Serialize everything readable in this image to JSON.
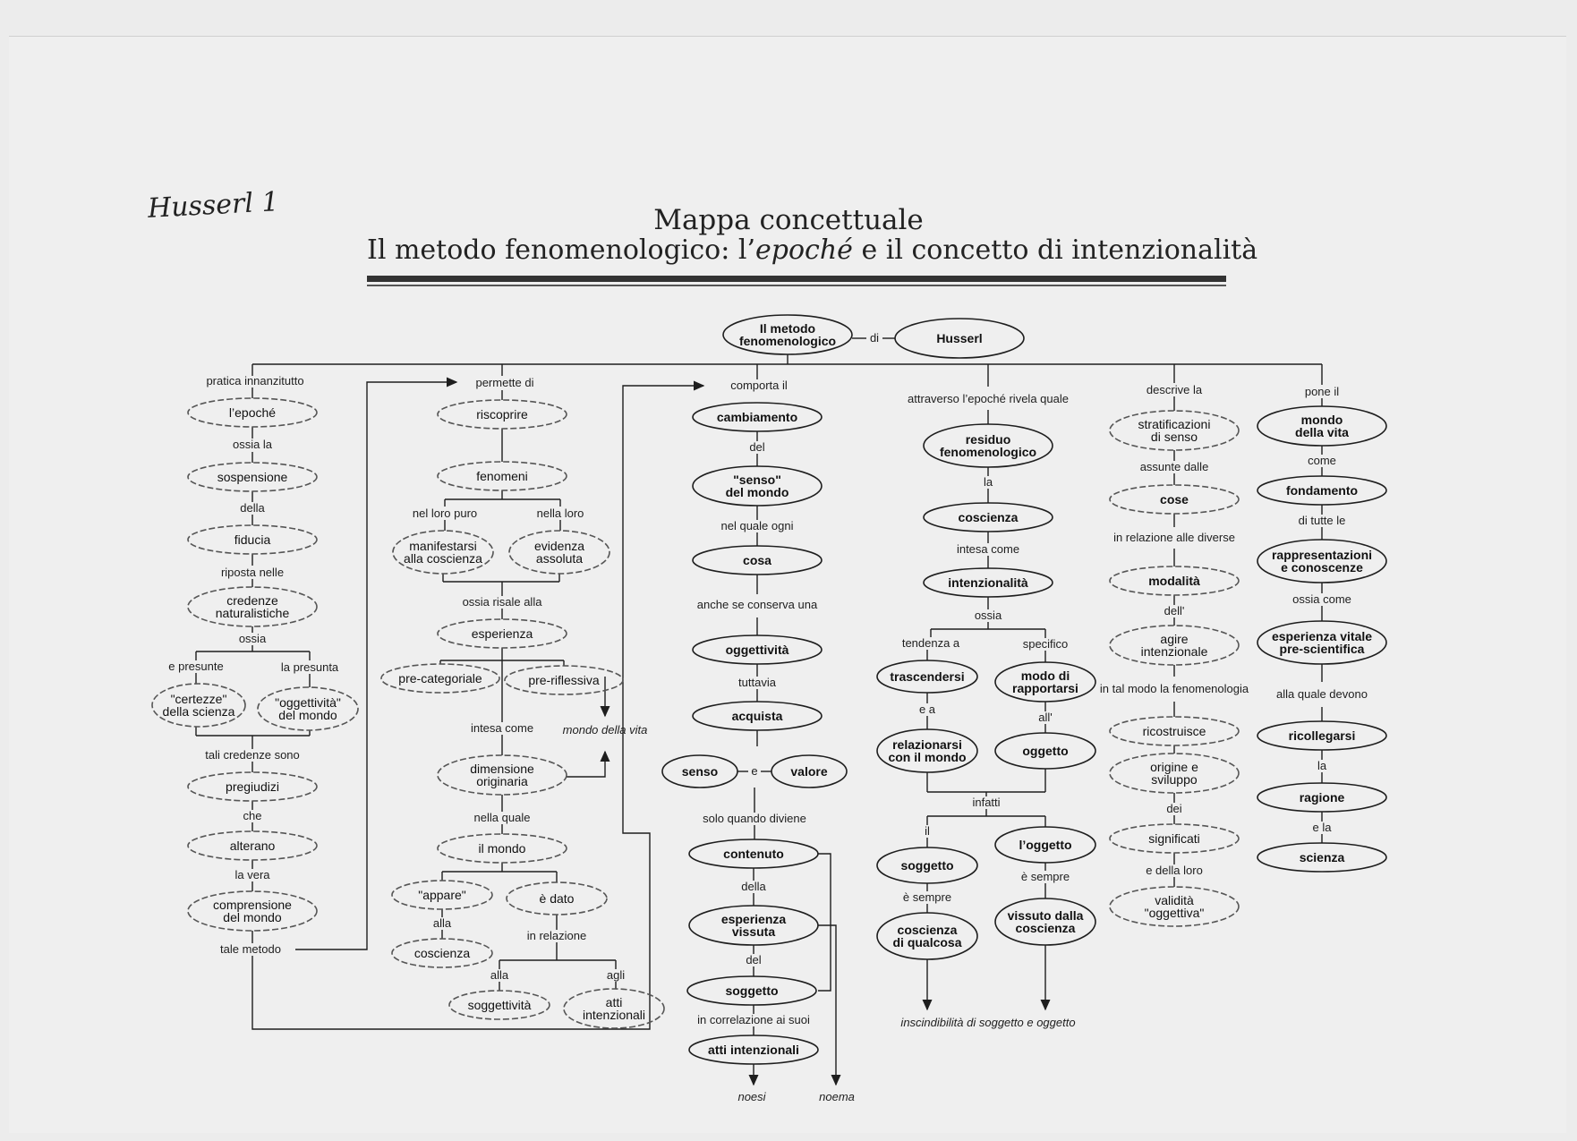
{
  "header": {
    "handwritten_note": "Husserl 1",
    "title": "Mappa concettuale",
    "subtitle_prefix": "Il metodo fenomenologico: l’",
    "subtitle_em": "epoché",
    "subtitle_suffix": " e il concetto di intenzionalità"
  },
  "top": {
    "metodo": "Il metodo\nfenomenologico",
    "di": "di",
    "husserl": "Husserl"
  },
  "col1": {
    "pratica": "pratica innanzitutto",
    "epoche": "l’epoché",
    "ossia_la": "ossia la",
    "sospensione": "sospensione",
    "della": "della",
    "fiducia": "fiducia",
    "riposta": "riposta nelle",
    "credenze": "credenze\nnaturalistiche",
    "ossia": "ossia",
    "e_presunte": "e presunte",
    "la_presunta": "la presunta",
    "certezze": "\"certezze\"\ndella scienza",
    "oggettivita_mondo": "\"oggettività\"\ndel mondo",
    "tali_credenze": "tali credenze sono",
    "pregiudizi": "pregiudizi",
    "che": "che",
    "alterano": "alterano",
    "la_vera": "la vera",
    "comprensione": "comprensione\ndel mondo",
    "tale_metodo": "tale metodo"
  },
  "col2": {
    "permette": "permette di",
    "riscoprire": "riscoprire",
    "fenomeni": "fenomeni",
    "nel_loro_puro": "nel loro puro",
    "nella_loro": "nella loro",
    "manifestarsi": "manifestarsi\nalla coscienza",
    "evidenza": "evidenza\nassoluta",
    "ossia_risale": "ossia risale alla",
    "esperienza": "esperienza",
    "precategoriale": "pre-categoriale",
    "preriflessiva": "pre-riflessiva",
    "intesa_come": "intesa come",
    "mondo_vita": "mondo\ndella vita",
    "dimensione": "dimensione\noriginaria",
    "nella_quale": "nella quale",
    "il_mondo": "il mondo",
    "appare": "\"appare\"",
    "e_dato": "è dato",
    "alla": "alla",
    "coscienza": "coscienza",
    "in_relazione": "in relazione",
    "alla2": "alla",
    "agli": "agli",
    "soggettivita": "soggettività",
    "atti_intenzionali": "atti\nintenzionali"
  },
  "col3": {
    "comporta": "comporta il",
    "cambiamento": "cambiamento",
    "del": "del",
    "senso_mondo": "\"senso\"\ndel mondo",
    "nel_quale_ogni": "nel quale ogni",
    "cosa": "cosa",
    "anche_se": "anche se\nconserva una",
    "oggettivita": "oggettività",
    "tuttavia": "tuttavia",
    "acquista": "acquista",
    "senso": "senso",
    "e": "e",
    "valore": "valore",
    "solo_quando": "solo quando diviene",
    "contenuto": "contenuto",
    "della": "della",
    "esperienza_vissuta": "esperienza\nvissuta",
    "del2": "del",
    "soggetto": "soggetto",
    "in_correlazione": "in correlazione ai suoi",
    "atti_intenzionali": "atti intenzionali",
    "noesi": "noesi",
    "noema": "noema"
  },
  "col4": {
    "attraverso": "attraverso l’epoché\nrivela quale",
    "residuo": "residuo\nfenomenologico",
    "la": "la",
    "coscienza": "coscienza",
    "intesa_come": "intesa come",
    "intenzionalita": "intenzionalità",
    "ossia": "ossia",
    "tendenza_a": "tendenza a",
    "specifico": "specifico",
    "trascendersi": "trascendersi",
    "modo_di": "modo di\nrapportarsi",
    "e_a": "e a",
    "all": "all'",
    "relazionarsi": "relazionarsi\ncon il mondo",
    "oggetto": "oggetto",
    "infatti": "infatti",
    "il": "il",
    "l_oggetto": "l’oggetto",
    "soggetto": "soggetto",
    "e_sempre1": "è sempre",
    "e_sempre2": "è sempre",
    "coscienza_di": "coscienza\ndi qualcosa",
    "vissuto": "vissuto dalla\ncoscienza",
    "inscindibilita": "inscindibilità di soggetto e oggetto"
  },
  "col5": {
    "descrive": "descrive la",
    "stratificazioni": "stratificazioni\ndi senso",
    "assunte": "assunte dalle",
    "cose": "cose",
    "in_relazione": "in relazione\nalle diverse",
    "modalita": "modalità",
    "dell": "dell'",
    "agire": "agire\nintenzionale",
    "in_tal_modo": "in tal modo\nla fenomenologia",
    "ricostruisce": "ricostruisce",
    "origine": "origine e\nsviluppo",
    "dei": "dei",
    "significati": "significati",
    "e_della_loro": "e della loro",
    "validita": "validità\n\"oggettiva\""
  },
  "col6": {
    "pone": "pone il",
    "mondo_vita": "mondo\ndella vita",
    "come": "come",
    "fondamento": "fondamento",
    "di_tutte": "di tutte le",
    "rappresentazioni": "rappresentazioni\ne conoscenze",
    "ossia_come": "ossia come",
    "esperienza_vitale": "esperienza vitale\npre-scientifica",
    "alla_quale": "alla quale\ndevono",
    "ricollegarsi": "ricollegarsi",
    "la": "la",
    "ragione": "ragione",
    "e_la": "e la",
    "scienza": "scienza"
  },
  "colors": {
    "ink": "#1e1e1e",
    "paper": "#efefef"
  }
}
